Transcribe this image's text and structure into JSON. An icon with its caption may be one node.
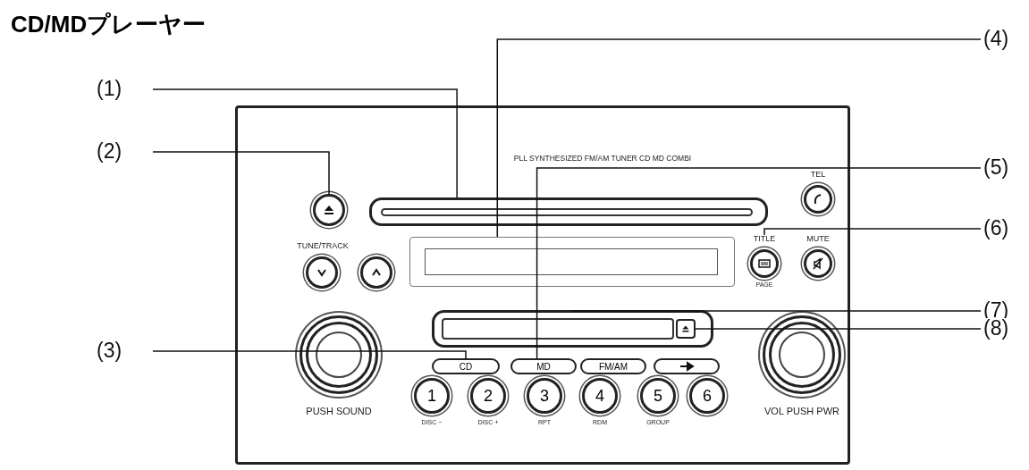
{
  "diagram": {
    "title": "CD/MDプレーヤー",
    "nodes": [
      {
        "text": [
          "(1)"
        ]
      },
      {
        "text": [
          "(2)"
        ]
      },
      {
        "text": [
          "(3)"
        ]
      },
      {
        "text": [
          "(4)"
        ]
      },
      {
        "text": [
          "(5)"
        ]
      },
      {
        "text": [
          "(6)"
        ]
      },
      {
        "text": [
          "(7)"
        ]
      },
      {
        "text": [
          "(8)"
        ]
      },
      {
        "text": [],
        "shape": "box"
      },
      {
        "text": [],
        "shape": "bar",
        "in": 8
      },
      {
        "text": [],
        "shape": "circle",
        "in": 8
      },
      {
        "text": [
          "CD"
        ],
        "in": 8
      },
      {
        "text": [],
        "shape": "box",
        "in": 8
      },
      {
        "text": [
          "MD"
        ],
        "in": 8
      },
      {
        "text": [
          "TITLE",
          "PAGE"
        ],
        "in": 8
      },
      {
        "text": [],
        "shape": "bar",
        "in": 8
      },
      {
        "text": [],
        "shape": "box",
        "in": 15
      },
      {
        "text": [
          "FM/AM"
        ],
        "in": 8
      },
      {
        "text": [],
        "shape": "bar",
        "in": 8
      },
      {
        "text": [
          "1"
        ],
        "beside": [
          "DISC −"
        ],
        "in": 8
      },
      {
        "text": [
          "2"
        ],
        "beside": [
          "DISC +"
        ],
        "in": 8
      },
      {
        "text": [
          "3"
        ],
        "beside": [
          "RPT"
        ],
        "in": 8
      },
      {
        "text": [
          "4"
        ],
        "beside": [
          "RDM"
        ],
        "in": 8
      },
      {
        "text": [
          "5"
        ],
        "beside": [
          "GROUP"
        ],
        "in": 8
      },
      {
        "text": [
          "6"
        ],
        "in": 8
      },
      {
        "text": [
          "TEL"
        ],
        "in": 8
      },
      {
        "text": [
          "MUTE"
        ],
        "in": 8
      },
      {
        "text": [],
        "shape": "circle",
        "in": 8
      },
      {
        "text": [],
        "shape": "circle",
        "in": 8
      },
      {
        "text": [
          "PUSH SOUND"
        ],
        "in": 8
      },
      {
        "text": [
          "VOL PUSH PWR"
        ],
        "in": 8
      }
    ],
    "edges": [
      {
        "from": 0,
        "to": 9,
        "arrow": "none"
      },
      {
        "from": 1,
        "to": 10,
        "arrow": "none"
      },
      {
        "from": 2,
        "to": 11,
        "arrow": "none"
      },
      {
        "from": 3,
        "to": 12,
        "arrow": "none"
      },
      {
        "from": 4,
        "to": 13,
        "arrow": "none"
      },
      {
        "from": 5,
        "to": 14,
        "arrow": "none"
      },
      {
        "from": 6,
        "to": 15,
        "arrow": "none"
      },
      {
        "from": 7,
        "to": 16,
        "arrow": "none"
      }
    ],
    "labels": [
      "PLL SYNTHESIZED FM/AM TUNER CD MD COMBI",
      "TUNE/TRACK"
    ]
  }
}
